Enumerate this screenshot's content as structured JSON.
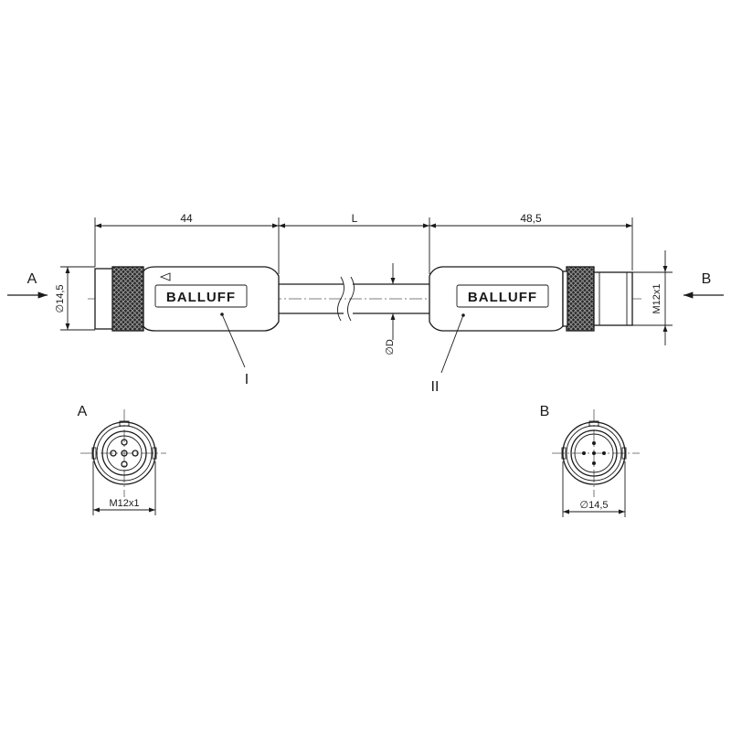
{
  "dimensions": {
    "left_length": "44",
    "cable_length": "L",
    "right_length": "48,5",
    "left_diameter": "∅14,5",
    "right_thread": "M12x1",
    "cable_diameter": "∅D"
  },
  "views": {
    "arrow_a": "A",
    "arrow_b": "B",
    "view_a_label": "A",
    "view_b_label": "B",
    "view_a_thread": "M12x1",
    "view_b_diameter": "∅14,5"
  },
  "parts": {
    "part_1": "I",
    "part_2": "II"
  },
  "brand": {
    "left_logo": "BALLUFF",
    "right_logo": "BALLUFF"
  },
  "colors": {
    "line": "#1a1a1a",
    "knurl": "#444444"
  }
}
